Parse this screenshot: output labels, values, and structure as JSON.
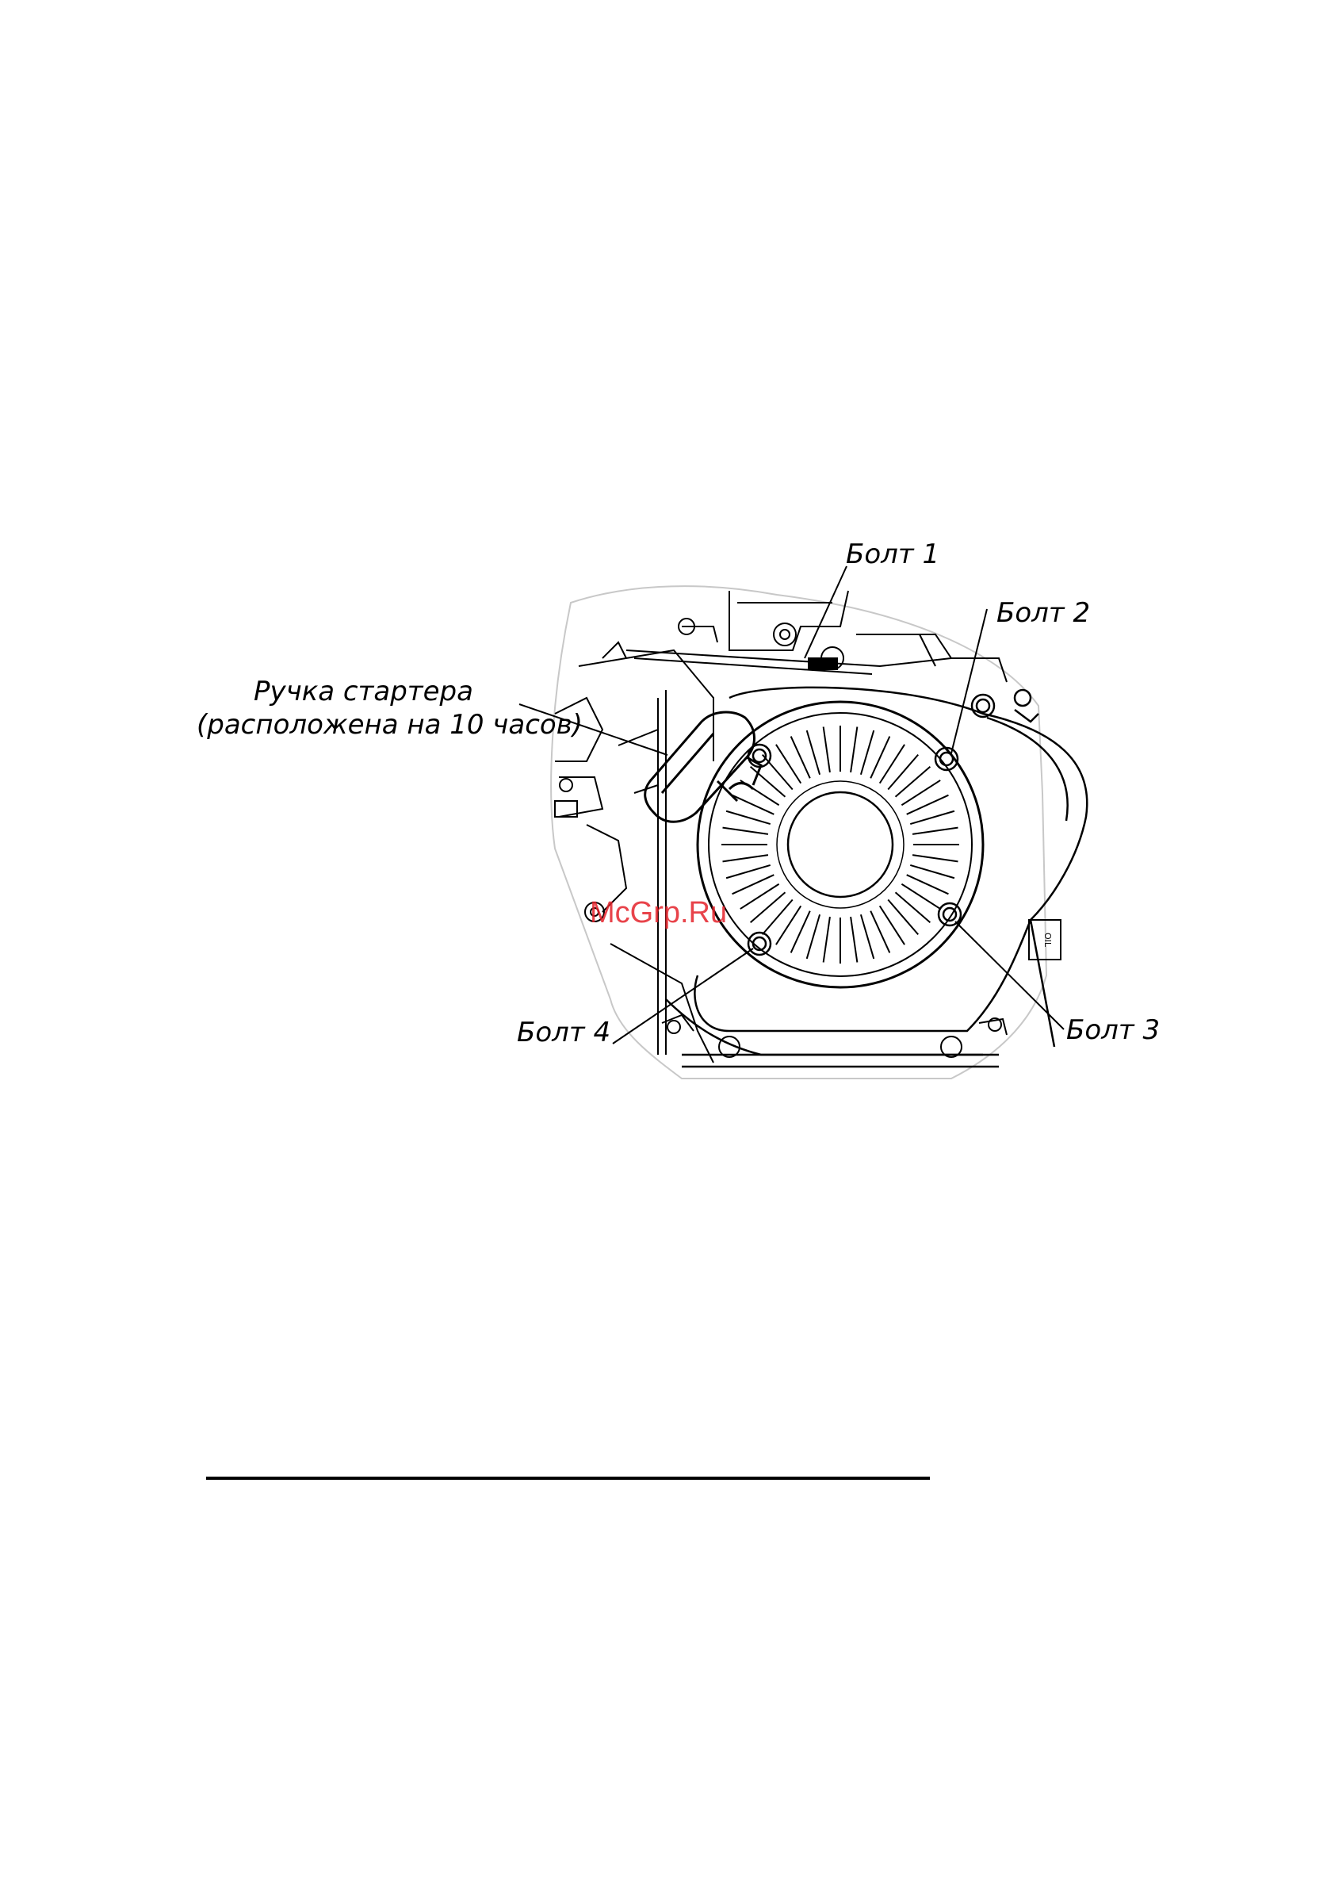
{
  "figure": {
    "labels": {
      "bolt1": "Болт 1",
      "bolt2": "Болт 2",
      "bolt3": "Болт 3",
      "bolt4": "Болт 4",
      "starter_handle_line1": "Ручка стартера",
      "starter_handle_line2": "(расположена на 10 часов)"
    },
    "watermark": "McGrp.Ru",
    "label_plate_text": "OIL"
  },
  "colors": {
    "ink": "#000000",
    "watermark": "#e4222a",
    "paper": "#ffffff"
  }
}
